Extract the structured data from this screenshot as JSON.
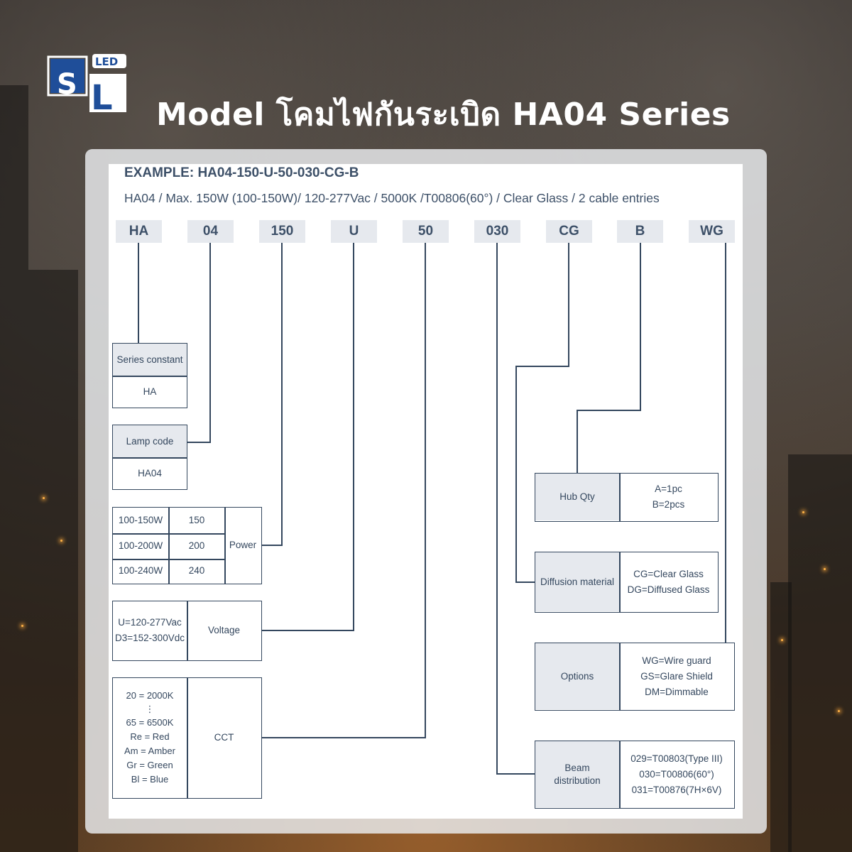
{
  "logo": {
    "letters": "SL",
    "badge": "LED",
    "color": "#1f4e99"
  },
  "title": "Model โคมไฟกันระเบิด HA04 Series",
  "example": {
    "title": "EXAMPLE: HA04-150-U-50-030-CG-B",
    "description": "HA04 / Max. 150W (100-150W)/ 120-277Vac / 5000K /T00806(60°) / Clear Glass / 2 cable entries"
  },
  "codes": [
    "HA",
    "04",
    "150",
    "U",
    "50",
    "030",
    "CG",
    "B",
    "WG"
  ],
  "series": {
    "label": "Series constant",
    "value": "HA"
  },
  "lamp": {
    "label": "Lamp code",
    "value": "HA04"
  },
  "power": {
    "label": "Power",
    "rows": [
      {
        "range": "100-150W",
        "code": "150"
      },
      {
        "range": "100-200W",
        "code": "200"
      },
      {
        "range": "100-240W",
        "code": "240"
      }
    ]
  },
  "voltage": {
    "label": "Voltage",
    "options": [
      "U=120-277Vac",
      "D3=152-300Vdc"
    ]
  },
  "cct": {
    "label": "CCT",
    "options": [
      "20 = 2000K",
      "⋮",
      "65 = 6500K",
      "Re = Red",
      "Am = Amber",
      "Gr = Green",
      "Bl = Blue"
    ]
  },
  "hub": {
    "label": "Hub Qty",
    "options": [
      "A=1pc",
      "B=2pcs"
    ]
  },
  "diffusion": {
    "label": "Diffusion material",
    "options": [
      "CG=Clear Glass",
      "DG=Diffused Glass"
    ]
  },
  "options_box": {
    "label": "Options",
    "options": [
      "WG=Wire guard",
      "GS=Glare Shield",
      "DM=Dimmable"
    ]
  },
  "beam": {
    "label": "Beam distribution",
    "options": [
      "029=T00803(Type III)",
      "030=T00806(60°)",
      "031=T00876(7H×6V)"
    ]
  },
  "colors": {
    "text": "#3d5068",
    "line": "#34475e",
    "shade": "#e6e9ee"
  }
}
